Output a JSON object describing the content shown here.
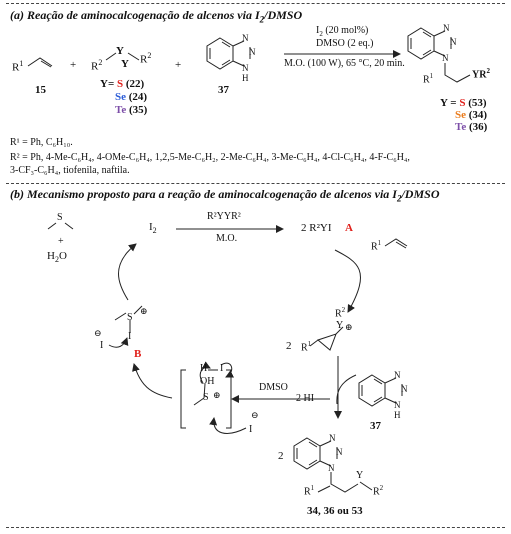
{
  "section_a": {
    "title": "(a) Reação de aminocalcogenação de alcenos via I",
    "title_sub": "2",
    "title_suffix": "/DMSO",
    "r1": "R",
    "r1_sup": "1",
    "plus": "+",
    "label_15": "15",
    "dichalcogenide": {
      "r2_left": "R",
      "r2_sup": "2",
      "y": "Y",
      "r2_right": "R",
      "y_eq": "Y= ",
      "s": "S",
      "s_num": "(22)",
      "se": "Se",
      "se_num": "(24)",
      "te": "Te",
      "te_num": "(35)"
    },
    "benzotriazole": {
      "n": "N",
      "h": "H",
      "label": "37"
    },
    "conditions": {
      "line1": "I",
      "line1_sub": "2",
      "line1_rest": " (20 mol%)",
      "line2": "DMSO (2 eq.)",
      "line3": "M.O. (100 W), 65 °C, 20 min."
    },
    "product": {
      "n": "N",
      "r1": "R",
      "r1_sup": "1",
      "yr2": "YR",
      "yr2_sup": "2",
      "y_eq": "Y = ",
      "s": "S",
      "s_num": "(53)",
      "se": "Se",
      "se_num": "(34)",
      "te": "Te",
      "te_num": "(36)"
    },
    "legend_r1": "R¹ = Ph, C₆H₁₀.",
    "legend_r2_line1": "R² = Ph, 4-Me-C₆H₄, 4-OMe-C₆H₄, 1,2,5-Me-C₆H₂, 2-Me-C₆H₄, 3-Me-C₆H₄, 4-Cl-C₆H₄, 4-F-C₆H₄,",
    "legend_r2_line2": "3-CF₃-C₆H₄, tiofenila, naftila."
  },
  "section_b": {
    "title": "(b) Mecanismo proposto para a reação de aminocalcogenação de alcenos via I",
    "title_sub": "2",
    "title_suffix": "/DMSO",
    "dms_s": "S",
    "dms_plus": "+",
    "h2o": "H",
    "h2o_sub": "2",
    "h2o_o": "O",
    "i2": "I",
    "i2_sub": "2",
    "reagent_top": "R²YYR²",
    "reagent_bottom": "M.O.",
    "two_r2yi": "2 R²YI",
    "label_a": "A",
    "alkene_r1": "R",
    "alkene_sup": "1",
    "int_b": {
      "s": "S",
      "plus": "⊕",
      "i": "I",
      "i_minus": "I",
      "minus": "⊖",
      "label": "B"
    },
    "onium": {
      "two": "2",
      "r1": "R",
      "r1_sup": "1",
      "r2": "R",
      "r2_sup": "2",
      "y": "Y",
      "plus": "⊕"
    },
    "hi_top": {
      "h": "H",
      "i": "I"
    },
    "bracket": {
      "oh": "OH",
      "s": "S",
      "plus": "⊕"
    },
    "iodide": {
      "i": "I",
      "minus": "⊖"
    },
    "dmso": "DMSO",
    "two_hi": "2 HI",
    "btz": {
      "n": "N",
      "h": "H",
      "label": "37"
    },
    "final": {
      "two": "2",
      "n": "N",
      "r1": "R",
      "r1_sup": "1",
      "y": "Y",
      "r2": "R",
      "r2_sup": "2",
      "label": "34, 36 ou 53"
    }
  }
}
